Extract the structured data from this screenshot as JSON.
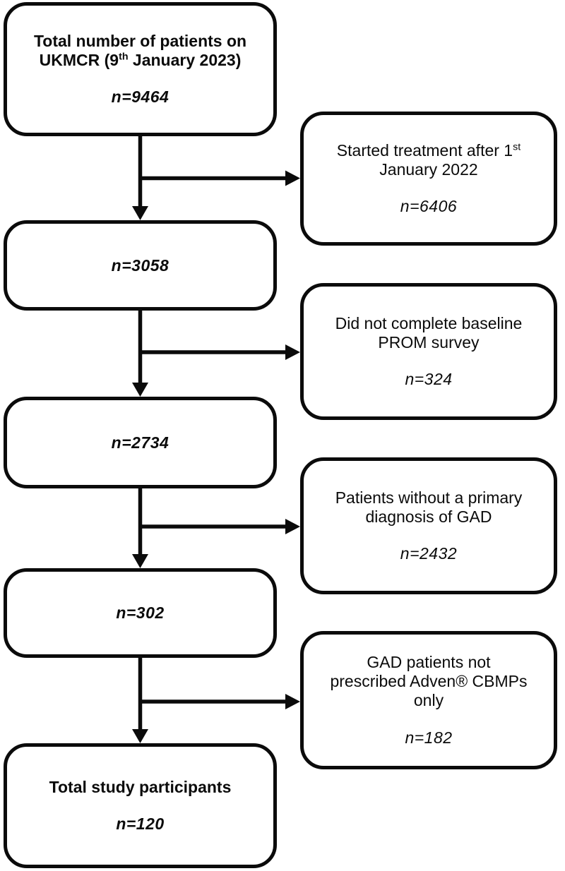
{
  "figure": {
    "kind": "patient-flow-diagram",
    "colors": {
      "ink": "#0b0b0b",
      "background": "#ffffff"
    },
    "left_boxes": [
      {
        "name": "total-patients-ukmcr",
        "lines": [
          [
            {
              "t": "Total number of patients on"
            }
          ],
          [
            {
              "t": "UKMCR (9"
            },
            {
              "t": "th",
              "sup": true
            },
            {
              "t": " January 2023)"
            }
          ]
        ],
        "n": "n=9464"
      },
      {
        "name": "after-start-date-filter",
        "lines": [],
        "n": "n=3058"
      },
      {
        "name": "after-prom-filter",
        "lines": [],
        "n": "n=2734"
      },
      {
        "name": "after-gad-filter",
        "lines": [],
        "n": "n=302"
      },
      {
        "name": "total-study-participants",
        "lines": [
          [
            {
              "t": "Total study participants"
            }
          ]
        ],
        "n": "n=120"
      }
    ],
    "right_boxes": [
      {
        "name": "excluded-started-after-jan-2022",
        "lines": [
          [
            {
              "t": "Started treatment after 1"
            },
            {
              "t": "st",
              "sup": true
            }
          ],
          [
            {
              "t": "January 2022"
            }
          ]
        ],
        "n": "n=6406"
      },
      {
        "name": "excluded-no-baseline-prom",
        "lines": [
          [
            {
              "t": "Did not complete baseline"
            }
          ],
          [
            {
              "t": "PROM survey"
            }
          ]
        ],
        "n": "n=324"
      },
      {
        "name": "excluded-no-primary-gad",
        "lines": [
          [
            {
              "t": "Patients without a primary"
            }
          ],
          [
            {
              "t": "diagnosis of GAD"
            }
          ]
        ],
        "n": "n=2432"
      },
      {
        "name": "excluded-not-adven-cbmps-only",
        "lines": [
          [
            {
              "t": "GAD patients not"
            }
          ],
          [
            {
              "t": "prescribed Adven® CBMPs"
            }
          ],
          [
            {
              "t": "only"
            }
          ]
        ],
        "n": "n=182"
      }
    ]
  }
}
